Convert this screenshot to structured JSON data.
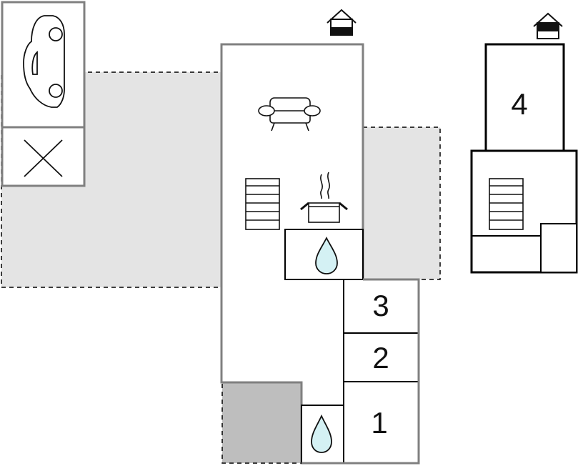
{
  "floor_plan": {
    "rooms": [
      {
        "id": "bedroom-1",
        "label": "1"
      },
      {
        "id": "bedroom-2",
        "label": "2"
      },
      {
        "id": "bedroom-3",
        "label": "3"
      },
      {
        "id": "bedroom-4",
        "label": "4"
      }
    ],
    "icons": [
      "car-icon",
      "storage-x-icon",
      "house-ground-floor-icon",
      "house-upper-floor-icon",
      "sofa-icon",
      "stairs-icon",
      "cooking-pot-icon",
      "bathroom-drop-icon"
    ],
    "colors": {
      "wall_gray": "#808080",
      "wall_black": "#000000",
      "terrace_fill": "#e4e4e4",
      "covered_fill": "#bebebe",
      "water_drop": "#d4f1f4"
    }
  }
}
